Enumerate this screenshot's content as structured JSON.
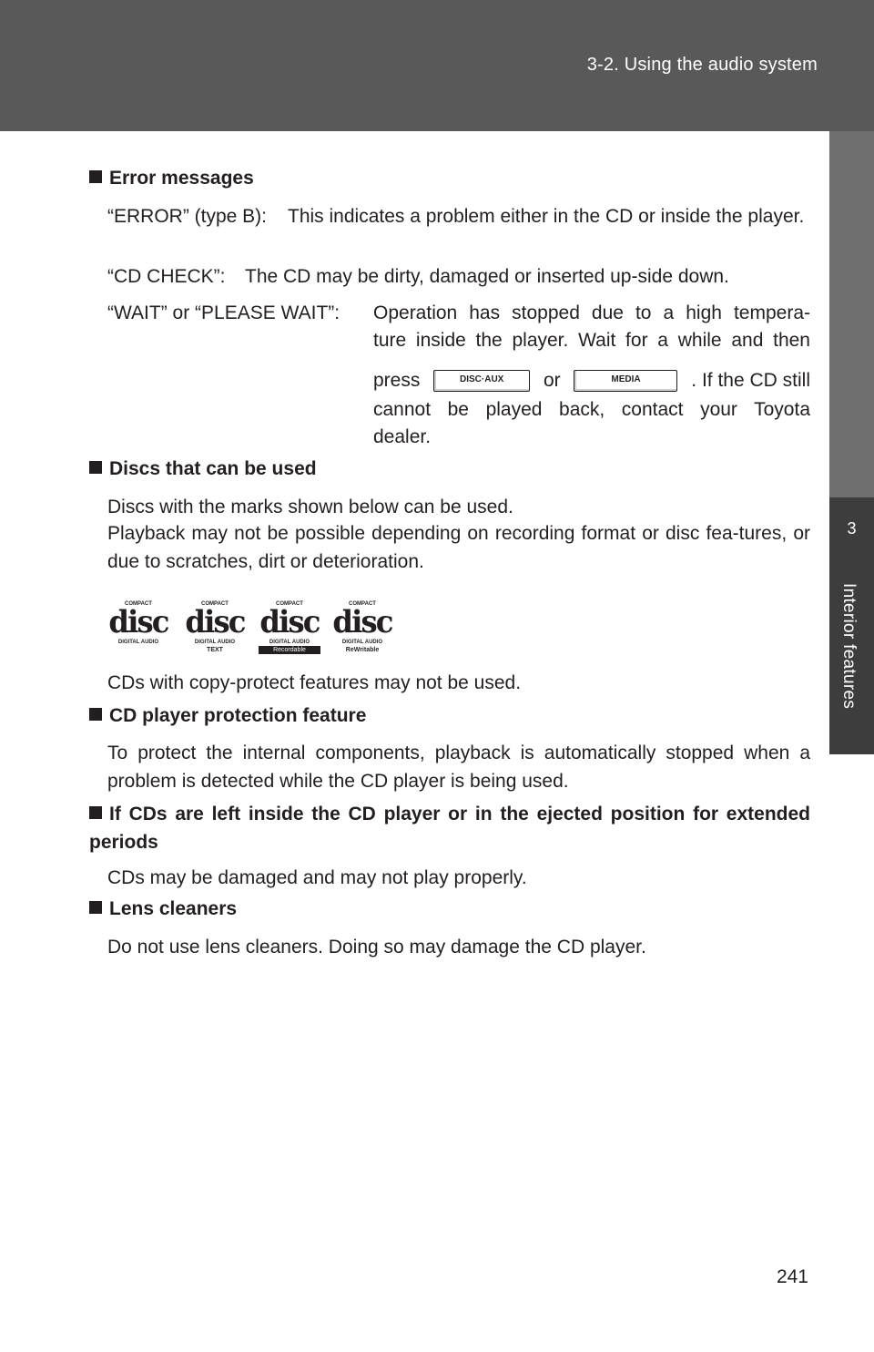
{
  "header": {
    "section_title": "3-2. Using the audio system"
  },
  "side_tab": {
    "chapter_number": "3",
    "chapter_label": "Interior features"
  },
  "colors": {
    "header_bg": "#595959",
    "text": "#231f20"
  },
  "sections": {
    "error_messages": {
      "heading": "Error messages",
      "items": [
        {
          "label": "“ERROR” (type B):",
          "desc": "This indicates a problem either in the CD or inside the player."
        },
        {
          "label": "“CD CHECK”:",
          "desc": "The CD may be dirty, damaged or inserted up-side down."
        },
        {
          "label": "“WAIT” or “PLEASE WAIT”:",
          "desc_line1": "Operation has stopped due to a high tempera-",
          "desc_line2": "ture inside the player. Wait for a while and then",
          "press": "press",
          "or": "or",
          "after": ". If the CD still",
          "desc_line4": "cannot be played back, contact your Toyota",
          "desc_line5": "dealer."
        }
      ],
      "buttons": {
        "disc_aux": "DISC·AUX",
        "media": "MEDIA"
      }
    },
    "discs": {
      "heading": "Discs that can be used",
      "line1": "Discs with the marks shown below can be used.",
      "para": "Playback may not be possible depending on recording format or disc fea-tures, or due to scratches, dirt or deterioration.",
      "logos": [
        {
          "top": "COMPACT",
          "main": "disc",
          "sub": "DIGITAL AUDIO",
          "tag": ""
        },
        {
          "top": "COMPACT",
          "main": "disc",
          "sub": "DIGITAL AUDIO",
          "tag": "TEXT"
        },
        {
          "top": "COMPACT",
          "main": "disc",
          "sub": "DIGITAL AUDIO",
          "tag": "Recordable"
        },
        {
          "top": "COMPACT",
          "main": "disc",
          "sub": "DIGITAL AUDIO",
          "tag": "ReWritable"
        }
      ],
      "note": "CDs with copy-protect features may not be used."
    },
    "protection": {
      "heading": "CD player protection feature",
      "para": "To protect the internal components, playback is automatically stopped when a problem is detected while the CD player is being used."
    },
    "left_inside": {
      "heading": "If CDs are left inside the CD player or in the ejected position for extended periods",
      "para": "CDs may be damaged and may not play properly."
    },
    "lens": {
      "heading": "Lens cleaners",
      "para": "Do not use lens cleaners. Doing so may damage the CD player."
    }
  },
  "page_number": "241"
}
